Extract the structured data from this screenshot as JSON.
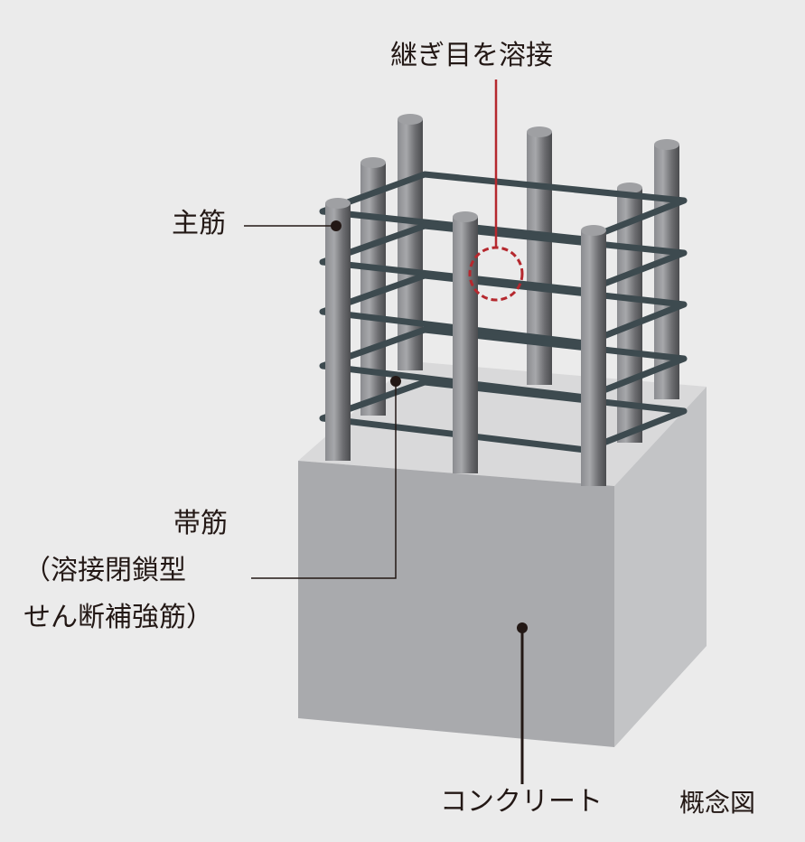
{
  "labels": {
    "weld_joint": "継ぎ目を溶接",
    "main_rebar": "主筋",
    "tie_bar_line1": "帯筋",
    "tie_bar_line2": "（溶接閉鎖型",
    "tie_bar_line3": "せん断補強筋）",
    "concrete": "コンクリート",
    "concept": "概念図"
  },
  "colors": {
    "background": "#ebebeb",
    "concrete_front": "#a9aaad",
    "concrete_top": "#d9d9da",
    "concrete_side": "#c3c4c6",
    "rebar": "#6d6e71",
    "hoop": "#3d4a4f",
    "weld_marker": "#b5282e",
    "leader": "#231815"
  },
  "icons": [
    "weld-circle-icon"
  ]
}
